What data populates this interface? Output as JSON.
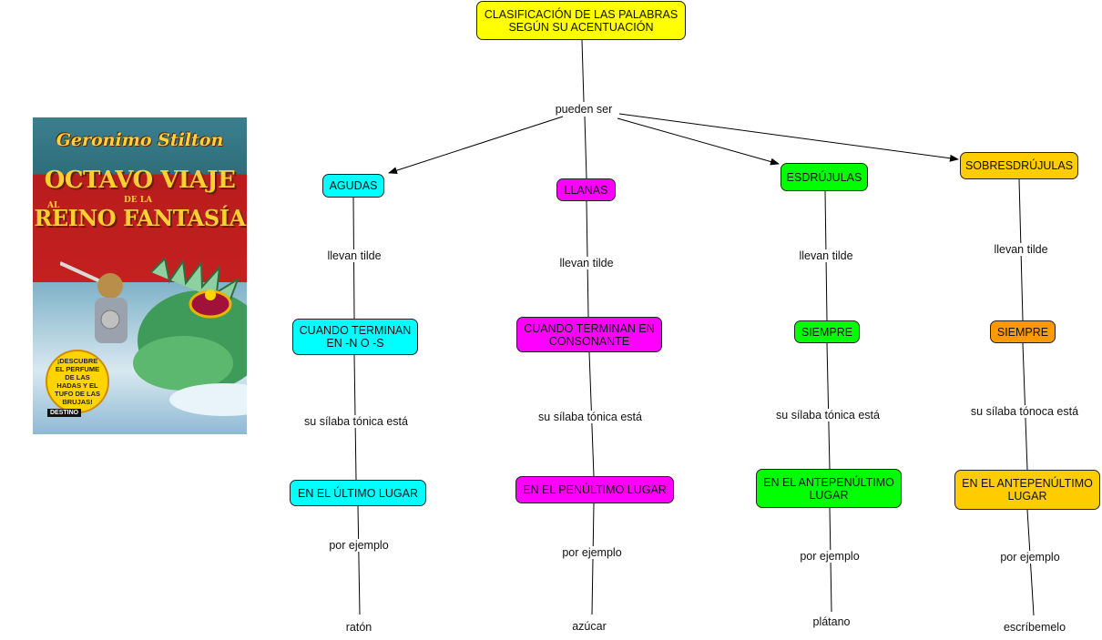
{
  "cover": {
    "brand": "Geronimo Stilton",
    "title_line1": "OCTAVO VIAJE",
    "title_small_al": "AL",
    "title_small_de_la": "DE LA",
    "title_line2": "REINO FANTASÍA",
    "badge": "¡DESCUBRE EL PERFUME DE LAS HADAS Y EL TUFO DE LAS BRUJAS!",
    "publisher": "DESTINO"
  },
  "nodes": {
    "root": "CLASIFICACIÓN DE LAS PALABRAS SEGÚN SU ACENTUACIÓN",
    "agudas": "AGUDAS",
    "llanas": "LLANAS",
    "esdrujulas": "ESDRÚJULAS",
    "sobresdrujulas": "SOBRESDRÚJULAS",
    "agudas_rule": "CUANDO TERMINAN EN -N O -S",
    "llanas_rule": "CUANDO TERMINAN EN CONSONANTE",
    "esdrujulas_rule": "SIEMPRE",
    "sobresdrujulas_rule": "SIEMPRE",
    "agudas_pos": "EN EL ÚLTIMO LUGAR",
    "llanas_pos": "EN EL PENÚLTIMO LUGAR",
    "esdrujulas_pos": "EN EL ANTEPENÚLTIMO LUGAR",
    "sobresdrujulas_pos": "EN EL ANTEPENÚLTIMO LUGAR"
  },
  "labels": {
    "pueden_ser": "pueden ser",
    "llevan_tilde": "llevan tilde",
    "silaba_tonica": "su sílaba tónica está",
    "silaba_tonoca": "su sílaba tónoca está",
    "por_ejemplo": "por ejemplo"
  },
  "examples": {
    "agudas": "ratón",
    "llanas": "azúcar",
    "esdrujulas": "plátano",
    "sobresdrujulas": "escríbemelo"
  },
  "colors": {
    "root": "#ffff00",
    "agudas": "#00ffff",
    "llanas": "#ff00ff",
    "esdrujulas": "#00ff00",
    "sobresdrujulas": "#ffcc00",
    "sobresdrujulas_rule": "#ff9900"
  }
}
